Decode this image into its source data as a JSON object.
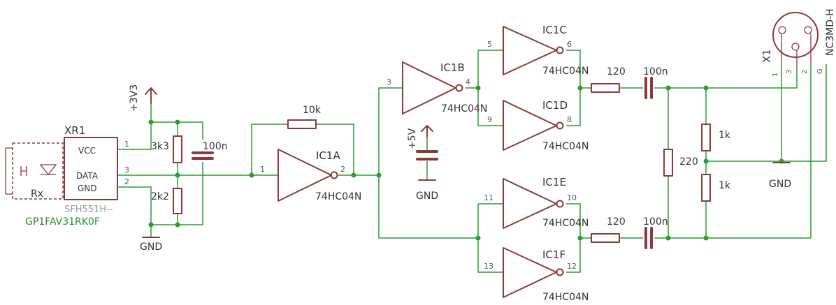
{
  "xr1": {
    "name": "XR1",
    "pin_vcc": "VCC",
    "pin_data": "DATA",
    "pin_gnd": "GND",
    "pin1": "1",
    "pin2": "2",
    "pin3": "3",
    "rx": "Rx",
    "device": "SFH551H--",
    "value": "GP1FAV31RK0F"
  },
  "supply_3v3": "+3V3",
  "supply_5v": "+5V",
  "gnd": "GND",
  "r_3k3": "3k3",
  "r_2k2": "2k2",
  "c_100n": "100n",
  "r_10k": "10k",
  "r_120": "120",
  "r_220": "220",
  "r_1k": "1k",
  "ic_type": "74HC04N",
  "gates": {
    "a": {
      "name": "IC1A",
      "in": "1",
      "out": "2"
    },
    "b": {
      "name": "IC1B",
      "in": "3",
      "out": "4"
    },
    "c": {
      "name": "IC1C",
      "in": "5",
      "out": "6"
    },
    "d": {
      "name": "IC1D",
      "in": "9",
      "out": "8"
    },
    "e": {
      "name": "IC1E",
      "in": "11",
      "out": "10"
    },
    "f": {
      "name": "IC1F",
      "in": "13",
      "out": "12"
    }
  },
  "connector": {
    "name": "X1",
    "part": "NC3MD-H",
    "pin1": "1",
    "pin2": "2",
    "pin3": "3",
    "pin_g": "G"
  }
}
